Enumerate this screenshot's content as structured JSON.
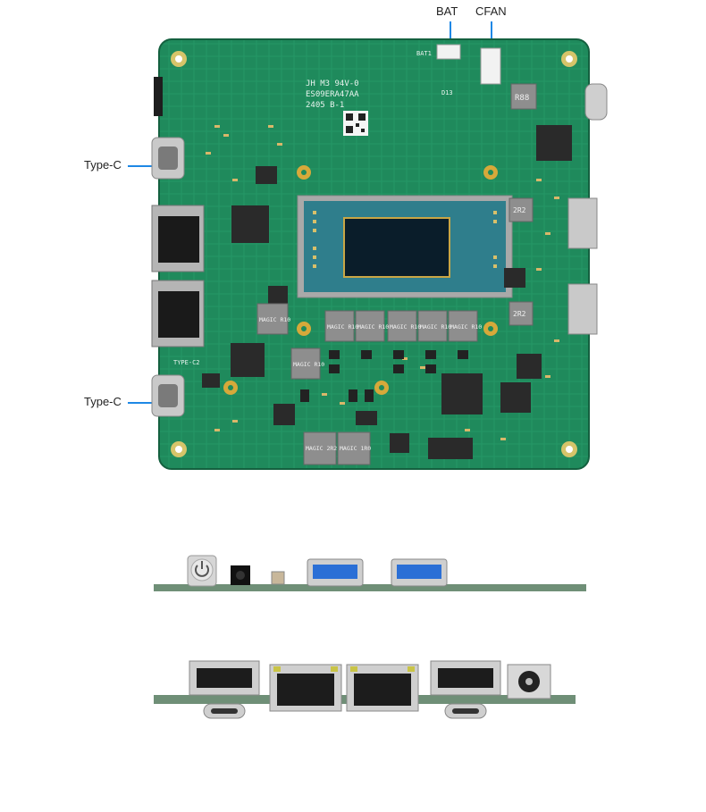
{
  "callouts": {
    "bat": "BAT",
    "cfan": "CFAN",
    "type_c_left_top": "Type-C",
    "type_c_left_bottom": "Type-C"
  },
  "board": {
    "silk_model": "JH M3 94V-0",
    "silk_serial": "ES09ERA47AA",
    "silk_rev": "2405 B-1",
    "silk_type_c2": "TYPE-C2",
    "silk_bat": "BAT1",
    "silk_d13": "D13",
    "silk_r88": "R88",
    "silk_2r2_a": "2R2",
    "silk_2r2_b": "2R2",
    "inductor_labels": [
      "MAGIC R10",
      "MAGIC R10",
      "MAGIC R10",
      "MAGIC R10",
      "MAGIC R10",
      "MAGIC R10",
      "MAGIC R10"
    ],
    "inductor_bottom": [
      "MAGIC 2R2",
      "MAGIC 1R0"
    ]
  },
  "colors": {
    "pcb": "#1f8a5c",
    "pcb_dark": "#17704a",
    "connector_blue": "#1e88e5",
    "usb_blue": "#2b6fd6",
    "metal": "#c9c9c9"
  }
}
